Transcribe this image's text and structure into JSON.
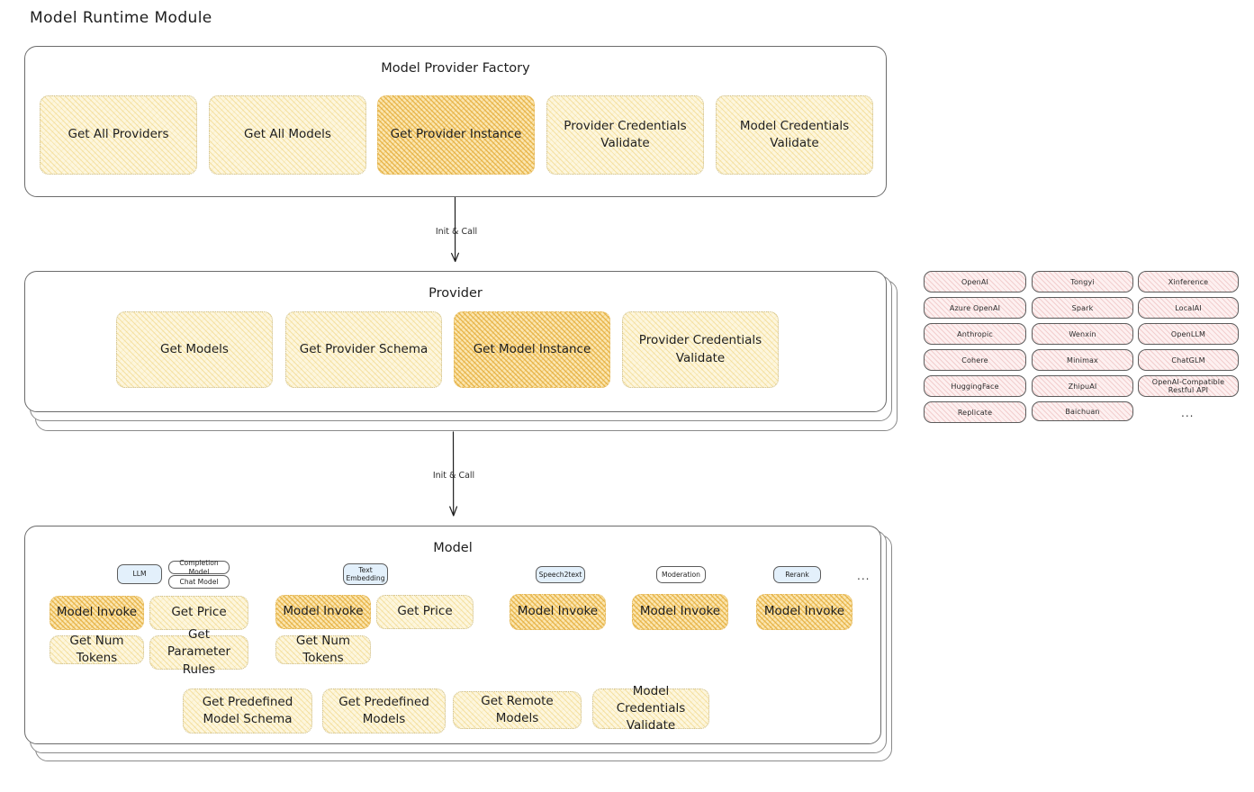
{
  "page": {
    "title": "Model Runtime Module"
  },
  "factory": {
    "title": "Model Provider Factory",
    "nodes": [
      {
        "label": "Get All Providers",
        "highlighted": false
      },
      {
        "label": "Get All Models",
        "highlighted": false
      },
      {
        "label": "Get Provider Instance",
        "highlighted": true
      },
      {
        "label": "Provider Credentials Validate",
        "highlighted": false
      },
      {
        "label": "Model Credentials Validate",
        "highlighted": false
      }
    ]
  },
  "arrows": [
    {
      "label": "Init & Call"
    },
    {
      "label": "Init & Call"
    }
  ],
  "provider": {
    "title": "Provider",
    "nodes": [
      {
        "label": "Get Models",
        "highlighted": false
      },
      {
        "label": "Get Provider Schema",
        "highlighted": false
      },
      {
        "label": "Get Model Instance",
        "highlighted": true
      },
      {
        "label": "Provider Credentials Validate",
        "highlighted": false
      }
    ]
  },
  "provider_list": {
    "columns": [
      [
        "OpenAI",
        "Azure OpenAI",
        "Anthropic",
        "Cohere",
        "HuggingFace",
        "Replicate"
      ],
      [
        "Tongyi",
        "Spark",
        "Wenxin",
        "Minimax",
        "ZhipuAI",
        "Baichuan"
      ],
      [
        "Xinference",
        "LocalAI",
        "OpenLLM",
        "ChatGLM",
        "OpenAI-Compatible Restful API"
      ]
    ],
    "more": "..."
  },
  "model": {
    "title": "Model",
    "more": "...",
    "types": [
      {
        "badge": "LLM",
        "sub_badges": [
          "Completion Model",
          "Chat Model"
        ],
        "methods": [
          {
            "label": "Model Invoke",
            "highlighted": true
          },
          {
            "label": "Get Price",
            "highlighted": false
          },
          {
            "label": "Get Num Tokens",
            "highlighted": false
          },
          {
            "label": "Get Parameter Rules",
            "highlighted": false
          }
        ]
      },
      {
        "badge": "Text Embedding",
        "sub_badges": [],
        "methods": [
          {
            "label": "Model Invoke",
            "highlighted": true
          },
          {
            "label": "Get Price",
            "highlighted": false
          },
          {
            "label": "Get Num Tokens",
            "highlighted": false
          }
        ]
      },
      {
        "badge": "Speech2text",
        "sub_badges": [],
        "methods": [
          {
            "label": "Model Invoke",
            "highlighted": true
          }
        ]
      },
      {
        "badge": "Moderation",
        "sub_badges": [],
        "methods": [
          {
            "label": "Model Invoke",
            "highlighted": true
          }
        ]
      },
      {
        "badge": "Rerank",
        "sub_badges": [],
        "methods": [
          {
            "label": "Model Invoke",
            "highlighted": true
          }
        ]
      }
    ],
    "common_methods": [
      {
        "label": "Get Predefined Model Schema"
      },
      {
        "label": "Get Predefined Models"
      },
      {
        "label": "Get Remote Models"
      },
      {
        "label": "Model Credentials Validate"
      }
    ]
  },
  "colors": {
    "node_fill": "#fdf6dd",
    "node_fill_highlight": "#fbe6b0",
    "chip_fill": "#fdf0f0",
    "badge_fill": "#e3f0fb",
    "stroke": "#1e1e1e"
  }
}
